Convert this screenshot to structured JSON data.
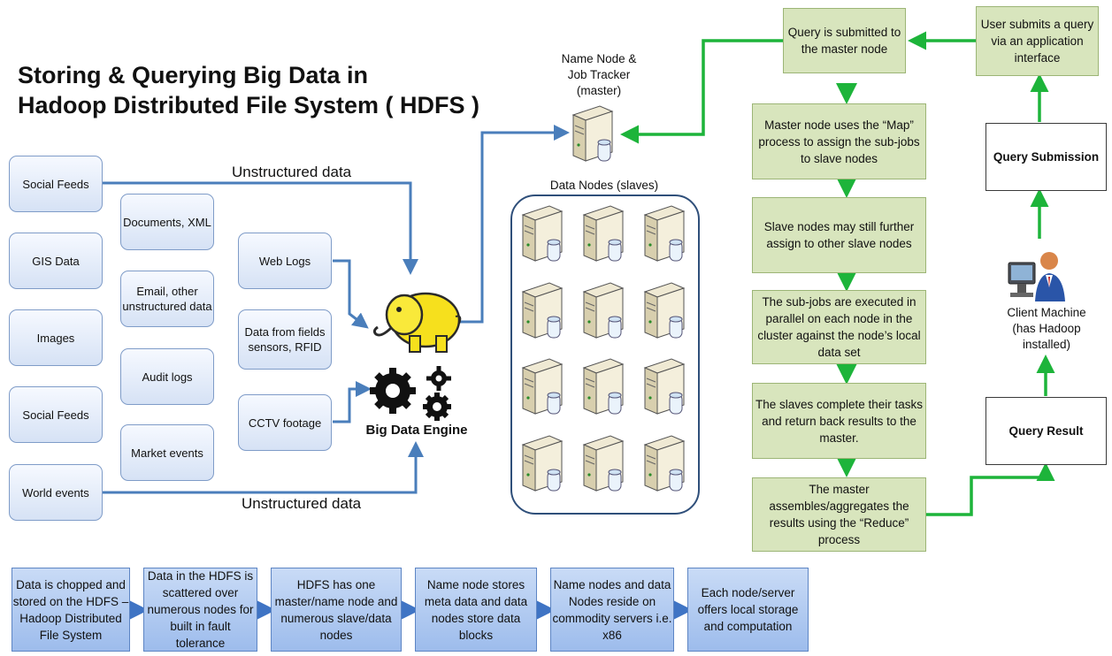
{
  "title": {
    "line1": "Storing & Querying Big Data in",
    "line2": "Hadoop Distributed File System ( HDFS )"
  },
  "sources": [
    "Social Feeds",
    "GIS Data",
    "Images",
    "Social Feeds",
    "World events",
    "Documents, XML",
    "Email, other unstructured data",
    "Audit logs",
    "Market events",
    "Web Logs",
    "Data from fields sensors, RFID",
    "CCTV footage"
  ],
  "flow_labels": {
    "top": "Unstructured data",
    "bottom": "Unstructured data"
  },
  "engine_label": "Big Data Engine",
  "name_node": {
    "line1": "Name Node &",
    "line2": "Job Tracker",
    "line3": "(master)"
  },
  "data_nodes_label": "Data Nodes (slaves)",
  "process_steps": [
    "Query is submitted to the master node",
    "Master node uses the “Map” process to assign the sub-jobs to slave nodes",
    "Slave nodes may still further assign to other slave nodes",
    "The sub-jobs are executed in parallel on each node in the cluster against the node’s local data set",
    "The slaves complete their tasks and return back results to the master.",
    "The master assembles/aggregates the results using the “Reduce” process"
  ],
  "user_submits": "User submits a query via an application interface",
  "query_submission": "Query Submission",
  "query_result": "Query Result",
  "client_machine": {
    "line1": "Client Machine",
    "line2": "(has Hadoop",
    "line3": "installed)"
  },
  "facts": [
    "Data is chopped and stored on the HDFS – Hadoop Distributed File System",
    "Data in the HDFS is scattered over numerous nodes for built in fault tolerance",
    "HDFS has one master/name node and numerous slave/data nodes",
    "Name node stores meta data and data nodes store data blocks",
    "Name nodes and data Nodes reside on commodity servers i.e. x86",
    "Each node/server offers local storage and computation"
  ],
  "icons": {
    "server": "server-icon",
    "elephant": "hadoop-elephant-icon",
    "gears": "gears-icon",
    "client": "user-computer-icon"
  },
  "colors": {
    "blue_arrow": "#4a7ebb",
    "green_arrow": "#1db43a",
    "green_box": "#d8e5bd",
    "blue_box": "#a9c4ef"
  }
}
